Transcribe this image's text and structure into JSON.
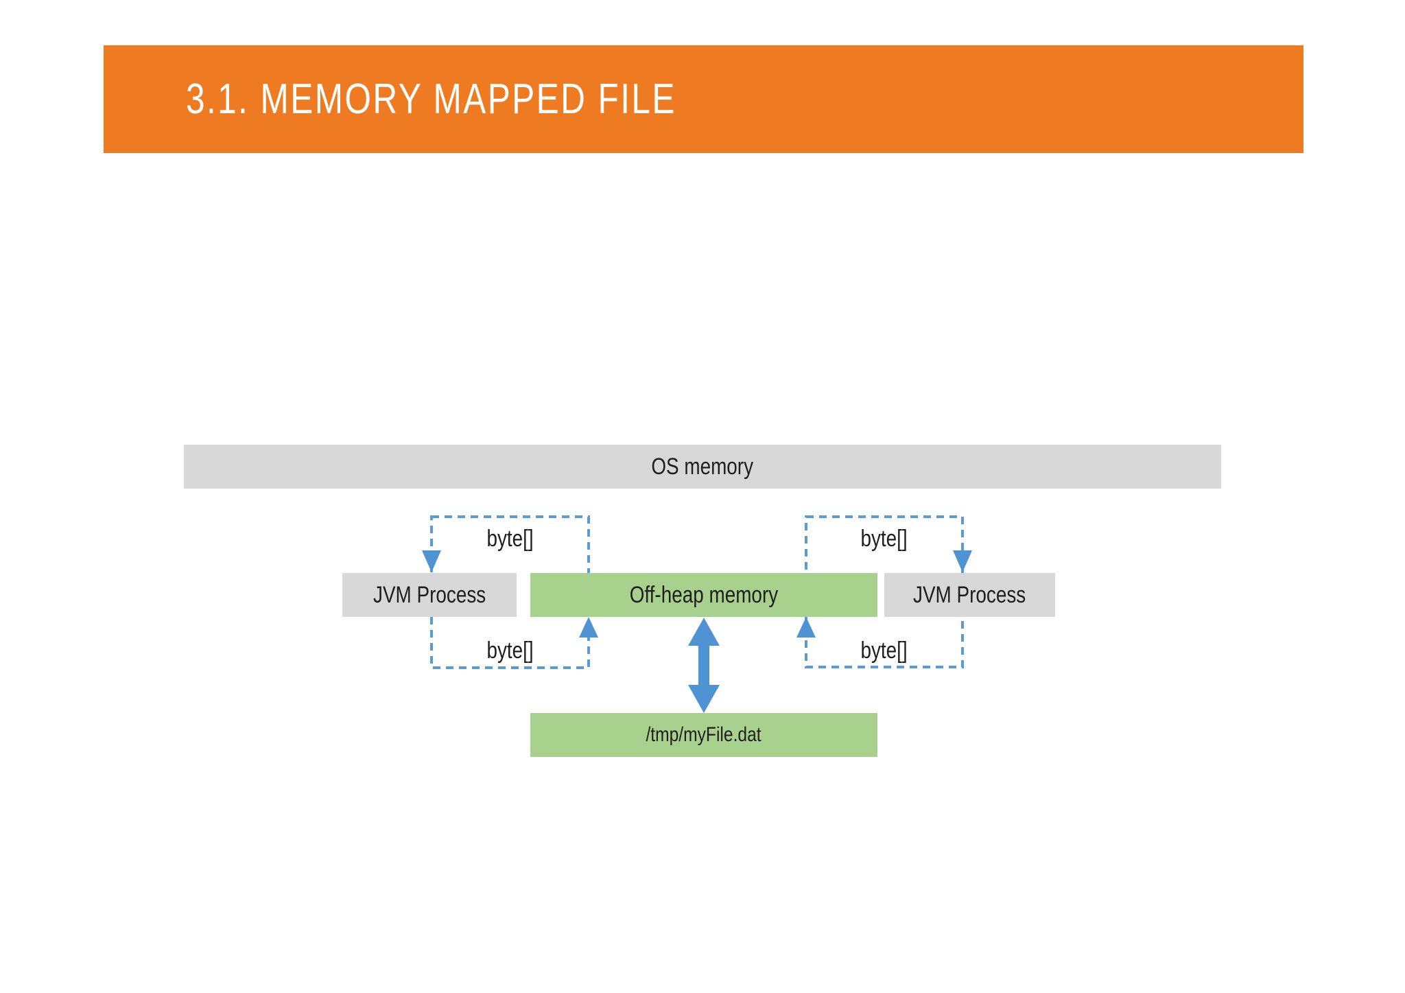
{
  "slide": {
    "title": "3.1. MEMORY MAPPED FILE"
  },
  "diagram": {
    "os_memory_label": "OS memory",
    "jvm_process_left_label": "JVM Process",
    "offheap_label": "Off-heap memory",
    "jvm_process_right_label": "JVM Process",
    "file_label": "/tmp/myFile.dat",
    "byte_array_labels": [
      "byte[]",
      "byte[]",
      "byte[]",
      "byte[]"
    ]
  },
  "colors": {
    "header_orange": "#ee7b22",
    "box_gray": "#d8d8d8",
    "box_green": "#a9d18e",
    "accent_blue": "#5b9bd5",
    "arrow_blue": "#4f93d2",
    "text_dark": "#1e1e1e",
    "title_white": "#ffffff"
  }
}
